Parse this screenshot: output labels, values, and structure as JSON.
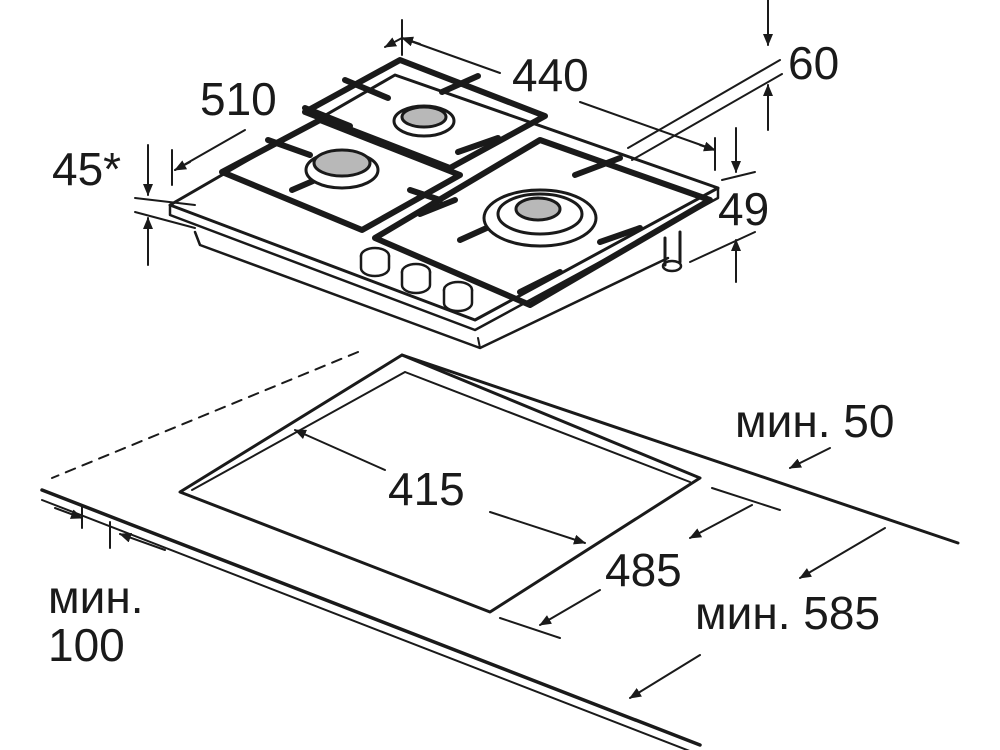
{
  "labels": {
    "d510": "510",
    "d440": "440",
    "d60": "60",
    "d45": "45*",
    "d49": "49",
    "min50": "мин. 50",
    "d415": "415",
    "d485": "485",
    "min100_a": "мин.",
    "min100_b": "100",
    "min585": "мин. 585"
  },
  "colors": {
    "line": "#1a1a1a",
    "burner_cap": "#b8b8b8",
    "background": "#ffffff"
  }
}
